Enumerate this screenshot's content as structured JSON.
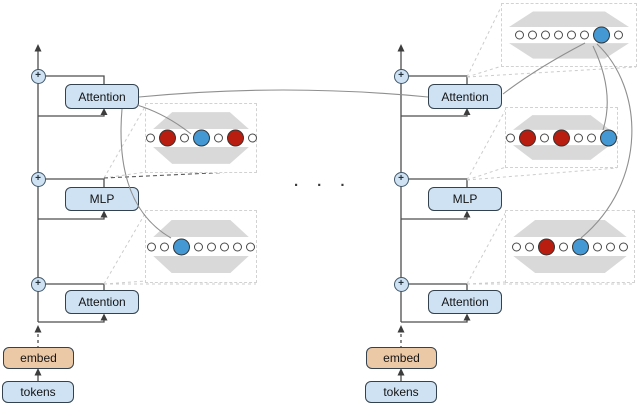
{
  "diagram": {
    "separator": "· · ·",
    "plus": "+",
    "stacks": {
      "left": {
        "attention_top": "Attention",
        "mlp": "MLP",
        "attention_bottom": "Attention",
        "embed": "embed",
        "tokens": "tokens"
      },
      "right": {
        "attention_top": "Attention",
        "mlp": "MLP",
        "attention_bottom": "Attention",
        "embed": "embed",
        "tokens": "tokens"
      }
    },
    "colors": {
      "block_blue": "#cfe2f3",
      "embed_tan": "#ecc9a6",
      "dot_red": "#b91d10",
      "dot_blue": "#4498d3",
      "hex_gray": "#d9d9d9",
      "line_dark": "#4d4d4d",
      "curve_gray": "#8f8f8f"
    },
    "feature_boxes": [
      {
        "id": "left-middle",
        "dots": [
          "small",
          "red",
          "small",
          "blue",
          "small",
          "red",
          "small"
        ]
      },
      {
        "id": "left-lower",
        "dots": [
          "small",
          "small",
          "blue",
          "small",
          "small",
          "small",
          "small",
          "small"
        ]
      },
      {
        "id": "right-top",
        "dots": [
          "small",
          "small",
          "small",
          "small",
          "small",
          "small",
          "blue",
          "small"
        ]
      },
      {
        "id": "right-middle",
        "dots": [
          "small",
          "red",
          "small",
          "red",
          "small",
          "small",
          "blue"
        ]
      },
      {
        "id": "right-lower",
        "dots": [
          "small",
          "small",
          "red",
          "small",
          "blue",
          "small",
          "small",
          "small"
        ]
      }
    ]
  }
}
